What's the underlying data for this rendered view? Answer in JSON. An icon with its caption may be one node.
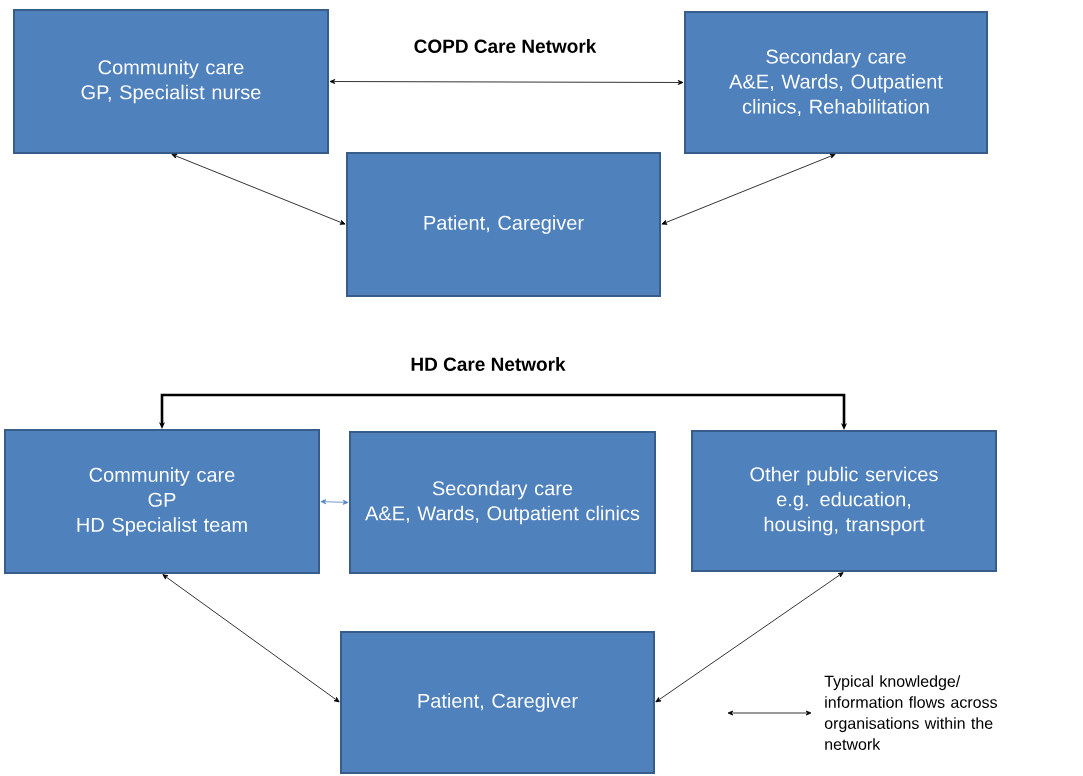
{
  "diagram": {
    "nodes": [
      {
        "text": [
          "Community care",
          "GP, Specialist nurse"
        ]
      },
      {
        "text": [
          "Secondary care",
          "A&E, Wards, Outpatient clinics, Rehabilitation"
        ]
      },
      {
        "text": [
          "Patient, Caregiver"
        ]
      },
      {
        "text": [
          "Community care",
          "GP",
          "HD Specialist team"
        ]
      },
      {
        "text": [
          "Secondary care",
          "A&E, Wards, Outpatient clinics"
        ]
      },
      {
        "text": [
          "Other public services",
          "e.g. education, housing, transport"
        ]
      },
      {
        "text": [
          "Patient, Caregiver"
        ]
      }
    ],
    "edges": [
      {
        "from": 0,
        "to": 1,
        "arrow": "both"
      },
      {
        "from": 0,
        "to": 2,
        "arrow": "both"
      },
      {
        "from": 1,
        "to": 2,
        "arrow": "both"
      },
      {
        "from": 3,
        "to": 5,
        "arrow": "both",
        "style": "thick"
      },
      {
        "from": 3,
        "to": 4,
        "arrow": "both",
        "color": "#4f81bd"
      },
      {
        "from": 3,
        "to": 6,
        "arrow": "both"
      },
      {
        "from": 5,
        "to": 6,
        "arrow": "both"
      }
    ],
    "labels": [
      "COPD Care Network",
      "HD Care Network"
    ],
    "legend": [
      {
        "text": "Typical knowledge/ information flows across organisations within the network"
      }
    ]
  }
}
